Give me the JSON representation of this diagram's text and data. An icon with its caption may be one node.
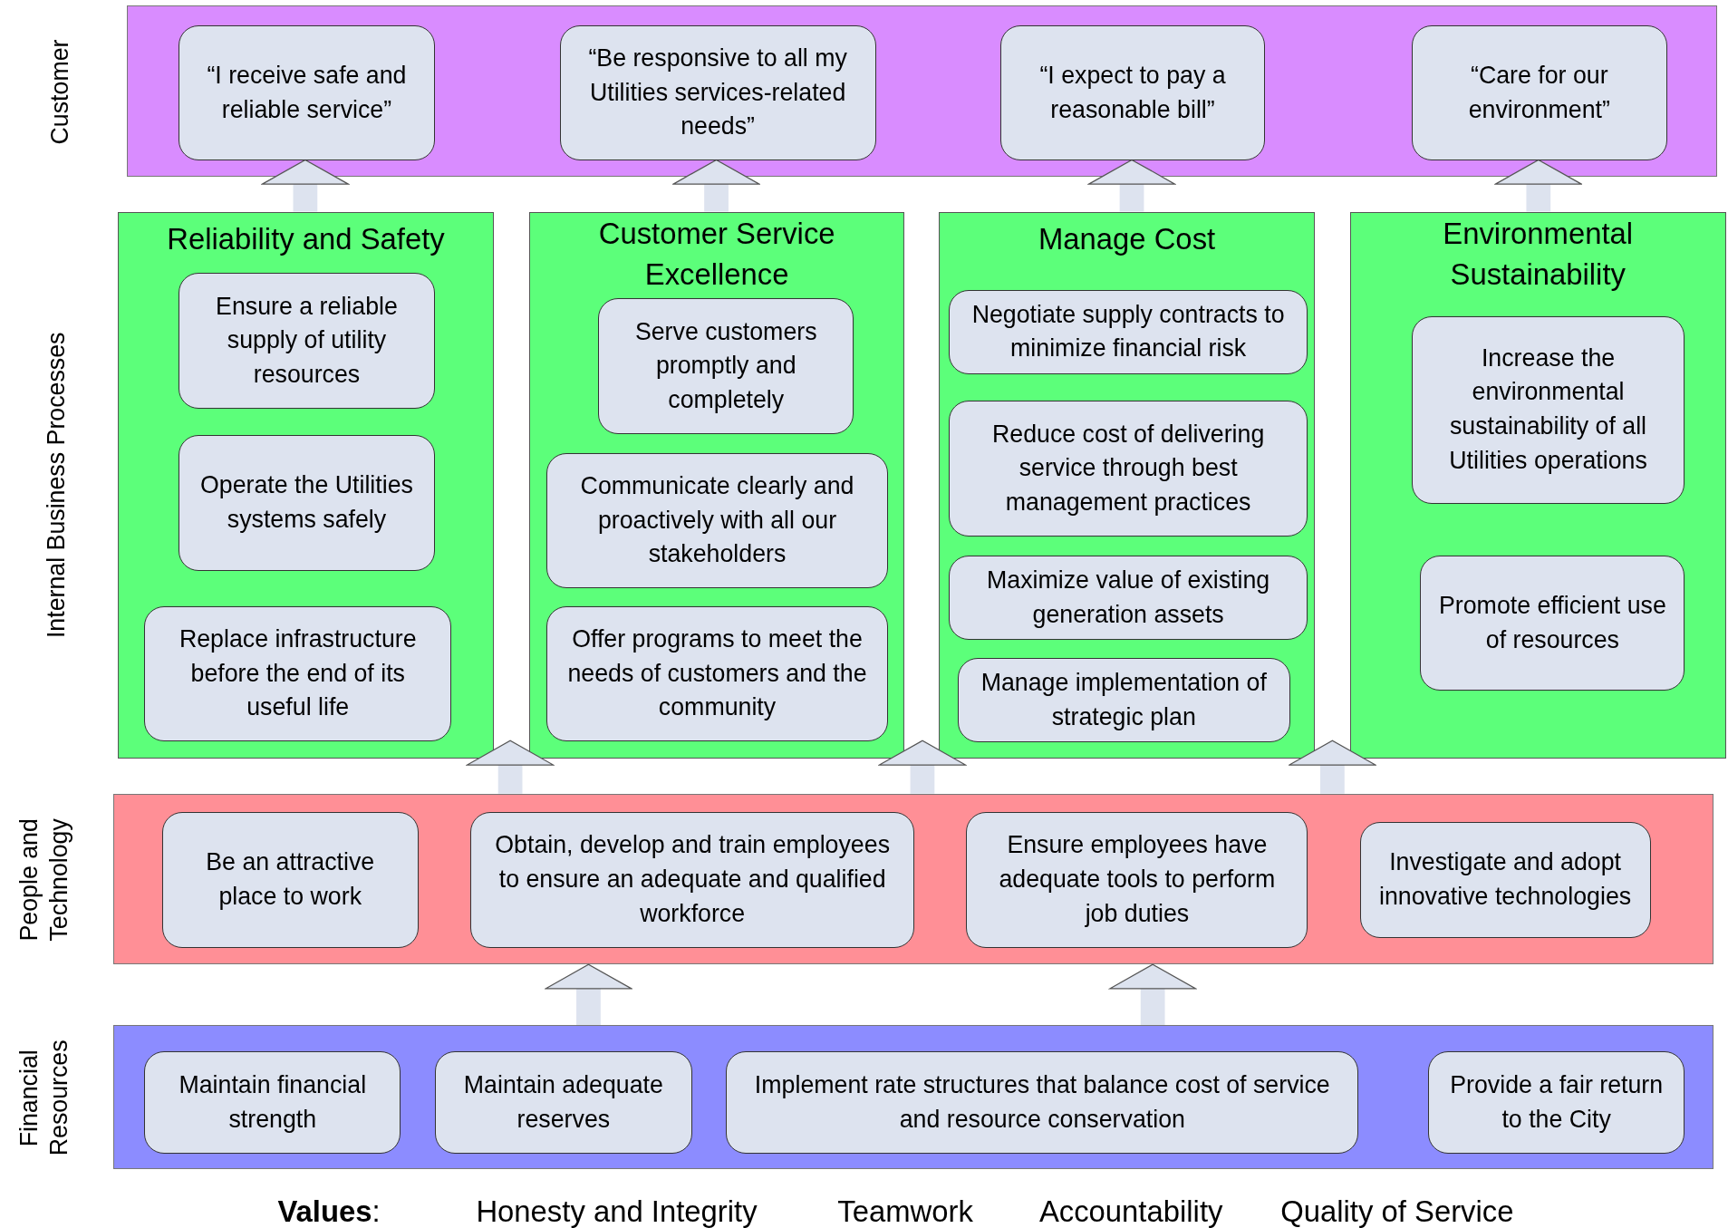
{
  "diagram": {
    "nodes": [
      {
        "text": [
          "Customer"
        ]
      },
      {
        "text": [
          "“I receive safe and reliable service”"
        ],
        "in": 0
      },
      {
        "text": [
          "“Be responsive to all my Utilities services-related needs”"
        ],
        "in": 0
      },
      {
        "text": [
          "“I expect to pay a reasonable bill”"
        ],
        "in": 0
      },
      {
        "text": [
          "“Care for our environment”"
        ],
        "in": 0
      },
      {
        "text": [
          "Reliability and Safety"
        ]
      },
      {
        "text": [
          "Ensure a reliable supply of utility resources"
        ],
        "in": 5
      },
      {
        "text": [
          "Operate the Utilities systems safely"
        ],
        "in": 5
      },
      {
        "text": [
          "Replace infrastructure before the end of its useful life"
        ],
        "in": 5
      },
      {
        "text": [
          "Customer Service Excellence"
        ]
      },
      {
        "text": [
          "Serve customers promptly and completely"
        ],
        "in": 9
      },
      {
        "text": [
          "Communicate clearly and proactively with all our stakeholders"
        ],
        "in": 9
      },
      {
        "text": [
          "Offer programs to meet the needs of customers and the community"
        ],
        "in": 9
      },
      {
        "text": [
          "Manage Cost"
        ]
      },
      {
        "text": [
          "Negotiate supply contracts to minimize financial risk"
        ],
        "in": 13
      },
      {
        "text": [
          "Reduce cost of delivering service through best management practices"
        ],
        "in": 13
      },
      {
        "text": [
          "Maximize value of existing generation assets"
        ],
        "in": 13
      },
      {
        "text": [
          "Manage implementation of strategic plan"
        ],
        "in": 13
      },
      {
        "text": [
          "Environmental Sustainability"
        ]
      },
      {
        "text": [
          "Increase the environmental sustainability of all Utilities operations"
        ],
        "in": 18
      },
      {
        "text": [
          "Promote efficient use of resources"
        ],
        "in": 18
      },
      {
        "text": [
          "People and Technology"
        ]
      },
      {
        "text": [
          "Be an attractive place to work"
        ],
        "in": 21
      },
      {
        "text": [
          "Obtain, develop and train employees to ensure an adequate and qualified workforce"
        ],
        "in": 21
      },
      {
        "text": [
          "Ensure employees have adequate tools to perform job duties"
        ],
        "in": 21
      },
      {
        "text": [
          "Investigate and adopt innovative technologies"
        ],
        "in": 21
      },
      {
        "text": [
          "Financial Resources"
        ]
      },
      {
        "text": [
          "Maintain financial strength"
        ],
        "in": 26
      },
      {
        "text": [
          "Maintain adequate reserves"
        ],
        "in": 26
      },
      {
        "text": [
          "Implement rate structures that balance cost of service and resource conservation"
        ],
        "in": 26
      },
      {
        "text": [
          "Provide a fair return to the City"
        ],
        "in": 26
      }
    ],
    "edges": [
      {
        "from": 5,
        "to": 0,
        "arrow": "to"
      },
      {
        "from": 9,
        "to": 0,
        "arrow": "to"
      },
      {
        "from": 13,
        "to": 0,
        "arrow": "to"
      },
      {
        "from": 18,
        "to": 0,
        "arrow": "to"
      },
      {
        "from": 21,
        "to": 5,
        "arrow": "to"
      },
      {
        "from": 21,
        "to": 9,
        "arrow": "to"
      },
      {
        "from": 21,
        "to": 9,
        "arrow": "to"
      },
      {
        "from": 21,
        "to": 13,
        "arrow": "to"
      },
      {
        "from": 21,
        "to": 13,
        "arrow": "to"
      },
      {
        "from": 21,
        "to": 18,
        "arrow": "to"
      },
      {
        "from": 26,
        "to": 21,
        "arrow": "to"
      },
      {
        "from": 26,
        "to": 21,
        "arrow": "to"
      }
    ],
    "labels": [
      "Internal Business Processes",
      "**Values**:",
      "Honesty and Integrity",
      "Teamwork",
      "Accountability",
      "Quality of Service"
    ]
  }
}
